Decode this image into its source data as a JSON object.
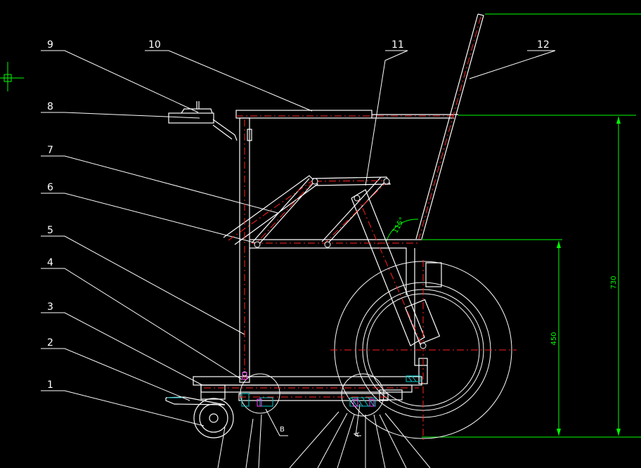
{
  "colors": {
    "background": "#000000",
    "outline": "#ffffff",
    "centerline": "#ff2020",
    "dimension": "#00ff00",
    "hatch": "#00c8c8"
  },
  "part_labels": [
    "1",
    "2",
    "3",
    "4",
    "5",
    "6",
    "7",
    "8",
    "9",
    "10",
    "11",
    "12"
  ],
  "section_labels": {
    "a": "A",
    "b": "B"
  },
  "dimensions": {
    "overall_height": "730",
    "mid_height": "450",
    "handle_angle": "115°"
  }
}
